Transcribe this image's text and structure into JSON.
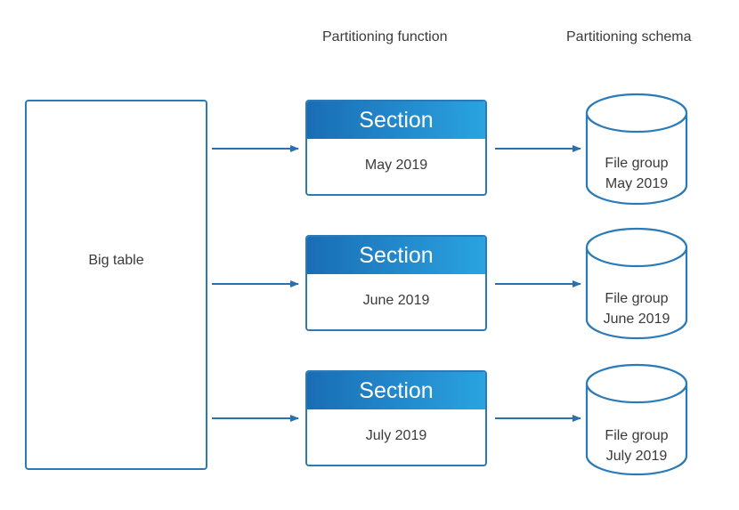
{
  "headers": {
    "function": "Partitioning function",
    "schema": "Partitioning schema"
  },
  "big_table": {
    "label": "Big table"
  },
  "sections": [
    {
      "title": "Section",
      "period": "May 2019"
    },
    {
      "title": "Section",
      "period": "June 2019"
    },
    {
      "title": "Section",
      "period": "July 2019"
    }
  ],
  "file_groups": [
    {
      "line1": "File group",
      "line2": "May 2019"
    },
    {
      "line1": "File group",
      "line2": "June 2019"
    },
    {
      "line1": "File group",
      "line2": "July 2019"
    }
  ],
  "colors": {
    "border": "#2a7ab8",
    "header_start": "#1a6db5",
    "header_end": "#2aa3e0",
    "arrow": "#2a6fb0",
    "text": "#3a3a3a"
  }
}
